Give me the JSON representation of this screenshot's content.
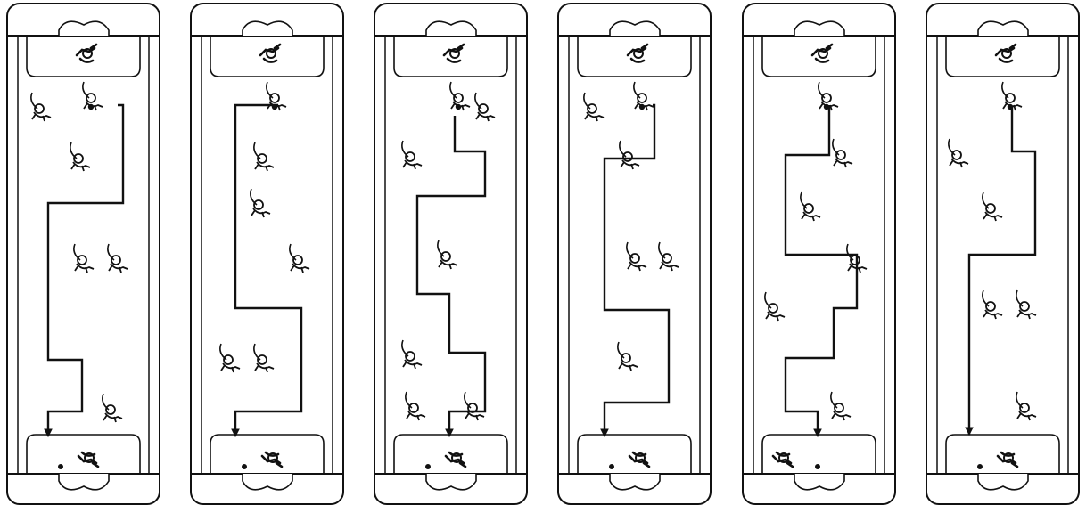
{
  "scene": {
    "title": "",
    "panel_count": 6
  },
  "colors": {
    "ink": "#111111",
    "paper": "#ffffff"
  },
  "panels": [
    {
      "label": "",
      "path_direction": "down",
      "players": [
        "goalie-top",
        "skater",
        "skater",
        "skater",
        "skater",
        "skater",
        "goalie-bottom"
      ],
      "puck_holder": "top-center-skater"
    },
    {
      "label": "",
      "path_direction": "down",
      "players": [
        "goalie-top",
        "skater",
        "skater",
        "skater",
        "skater",
        "skater",
        "goalie-bottom"
      ],
      "puck_holder": "top-center-skater"
    },
    {
      "label": "",
      "path_direction": "down",
      "players": [
        "goalie-top",
        "skater",
        "skater",
        "skater",
        "skater",
        "skater",
        "skater",
        "goalie-bottom"
      ],
      "puck_holder": "top-center-skater"
    },
    {
      "label": "",
      "path_direction": "down",
      "players": [
        "goalie-top",
        "skater",
        "skater",
        "skater",
        "skater",
        "skater",
        "goalie-bottom"
      ],
      "puck_holder": "top-center-skater"
    },
    {
      "label": "",
      "path_direction": "down",
      "players": [
        "goalie-top",
        "skater",
        "skater",
        "skater",
        "skater",
        "skater",
        "goalie-bottom"
      ],
      "puck_holder": "top-center-skater"
    },
    {
      "label": "",
      "path_direction": "down",
      "players": [
        "goalie-top",
        "skater",
        "skater",
        "skater",
        "skater",
        "skater",
        "goalie-bottom"
      ],
      "puck_holder": "top-center-skater"
    }
  ]
}
